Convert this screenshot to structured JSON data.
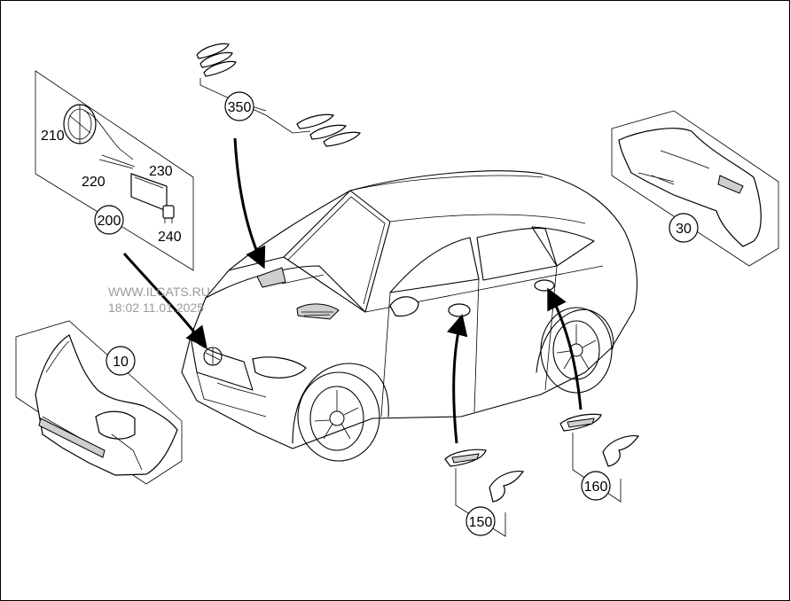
{
  "watermark": {
    "line1": "WWW.ILCATS.RU",
    "line2": "18:02 11.01.2025"
  },
  "callouts": {
    "c10": "10",
    "c30": "30",
    "c150": "150",
    "c160": "160",
    "c200": "200",
    "c350": "350"
  },
  "labels": {
    "p210": "210",
    "p220": "220",
    "p230": "230",
    "p240": "240"
  },
  "colors": {
    "line": "#000000",
    "background": "#ffffff",
    "watermark": "#9a9a9a"
  }
}
